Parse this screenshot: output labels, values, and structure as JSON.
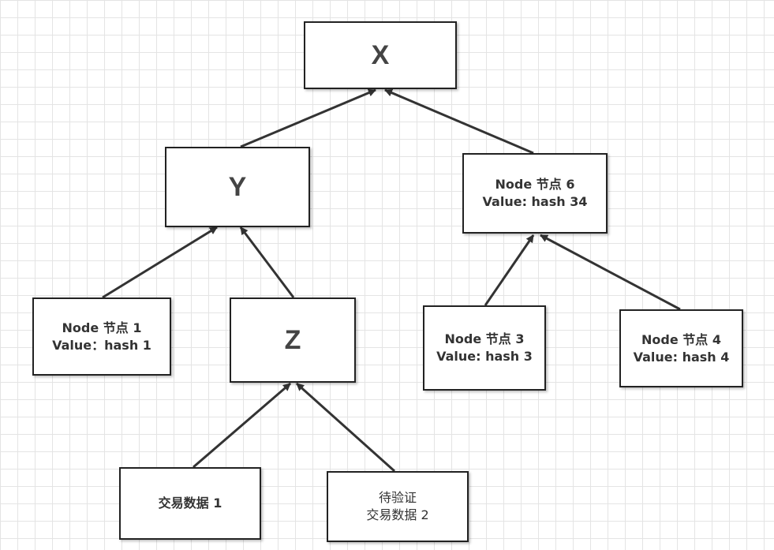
{
  "nodes": {
    "x": {
      "label": "X"
    },
    "y": {
      "label": "Y"
    },
    "z": {
      "label": "Z"
    },
    "node6": {
      "line1": "Node 节点 6",
      "line2": "Value: hash 34"
    },
    "node1": {
      "line1": "Node 节点 1",
      "line2": "Value：hash 1"
    },
    "node3": {
      "line1": "Node 节点 3",
      "line2": "Value: hash 3"
    },
    "node4": {
      "line1": "Node 节点 4",
      "line2": "Value: hash 4"
    },
    "tx1": {
      "line1": "交易数据 1"
    },
    "tx2": {
      "line1": "待验证",
      "line2": "交易数据 2"
    }
  },
  "edges": [
    {
      "from": "y",
      "to": "x"
    },
    {
      "from": "node6",
      "to": "x"
    },
    {
      "from": "node1",
      "to": "y"
    },
    {
      "from": "z",
      "to": "y"
    },
    {
      "from": "node3",
      "to": "node6"
    },
    {
      "from": "node4",
      "to": "node6"
    },
    {
      "from": "tx1",
      "to": "z"
    },
    {
      "from": "tx2",
      "to": "z"
    }
  ],
  "colors": {
    "grid": "#e4e4e4",
    "stroke": "#222222",
    "edge": "#333333",
    "text": "#333333"
  }
}
